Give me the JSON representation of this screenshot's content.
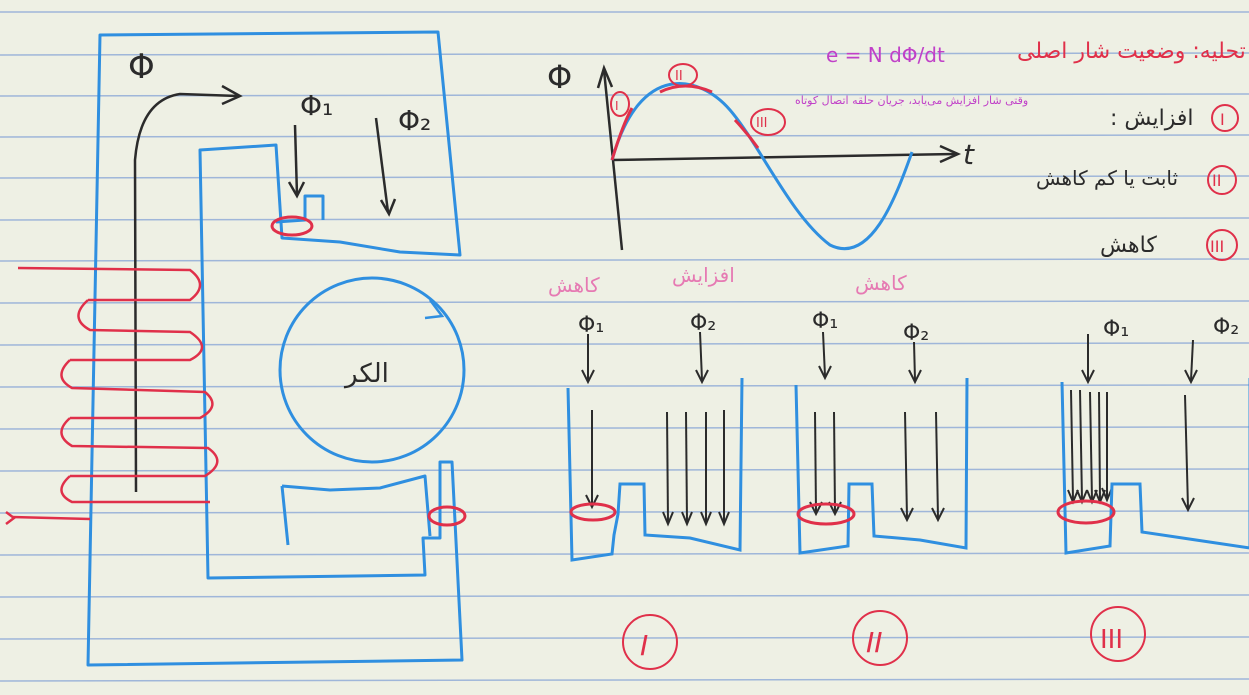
{
  "colors": {
    "paper": "#eef0e4",
    "rule_line": "#9fb6d9",
    "blue_ink": "#2f8fe0",
    "black_ink": "#2b2b2b",
    "red_ink": "#e0304a",
    "pink_ink": "#e67ab3"
  },
  "labels": {
    "phi": "Φ",
    "phi1": "Φ₁",
    "phi2": "Φ₂",
    "t": "t",
    "rotor": "الکر",
    "equation": "e = N dΦ/dt",
    "equation_note": "وقتی شار افزایش می‌یابد، جریان حلقه اتصال کوتاه",
    "stage_I_word": "افزایش",
    "stage_II_word": "کاهش",
    "stage_III_word": "کاهش",
    "peak_II_mark": "II",
    "mark_I": "I",
    "mark_III": "III"
  },
  "notes": {
    "title": "تحلیه: وضعیت شار اصلی",
    "items": [
      {
        "num": "I",
        "text": ": افزایش"
      },
      {
        "num": "II",
        "text": "ثابت یا کم کاهش"
      },
      {
        "num": "III",
        "text": "کاهش"
      }
    ]
  },
  "panels": [
    {
      "id": "I",
      "top_left_word": "کاهش",
      "top_right_word": "افزایش",
      "roman": "I"
    },
    {
      "id": "II",
      "top_left_word": "",
      "top_right_word": "کاهش",
      "roman": "II"
    },
    {
      "id": "III",
      "top_left_word": "",
      "top_right_word": "",
      "roman": "III"
    }
  ]
}
